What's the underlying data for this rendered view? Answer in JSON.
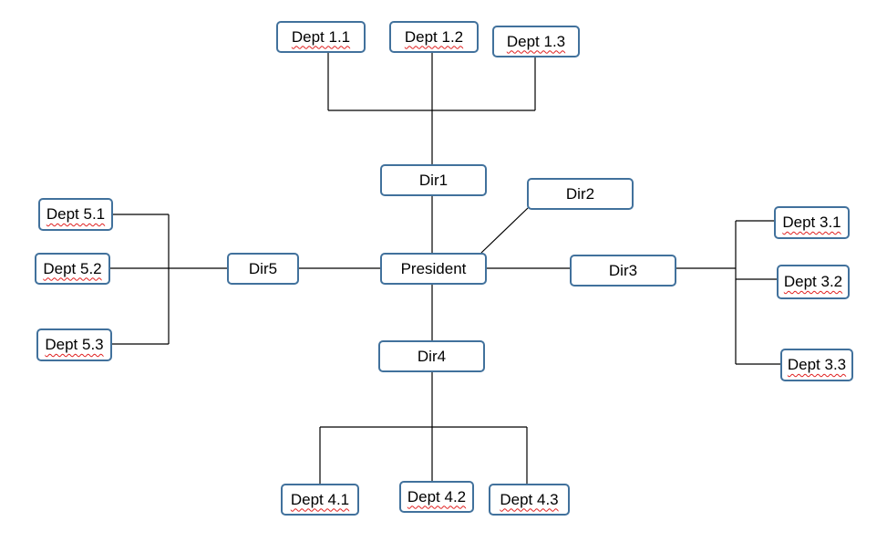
{
  "colors": {
    "border": "#41719c",
    "line": "#000000",
    "spell_underline": "#e02020"
  },
  "nodes": {
    "president": "President",
    "dir1": "Dir1",
    "dir2": "Dir2",
    "dir3": "Dir3",
    "dir4": "Dir4",
    "dir5": "Dir5",
    "dept_1_1": "Dept 1.1",
    "dept_1_2": "Dept 1.2",
    "dept_1_3": "Dept 1.3",
    "dept_3_1": "Dept 3.1",
    "dept_3_2": "Dept 3.2",
    "dept_3_3": "Dept 3.3",
    "dept_4_1": "Dept 4.1",
    "dept_4_2": "Dept 4.2",
    "dept_4_3": "Dept 4.3",
    "dept_5_1": "Dept 5.1",
    "dept_5_2": "Dept 5.2",
    "dept_5_3": "Dept 5.3"
  }
}
